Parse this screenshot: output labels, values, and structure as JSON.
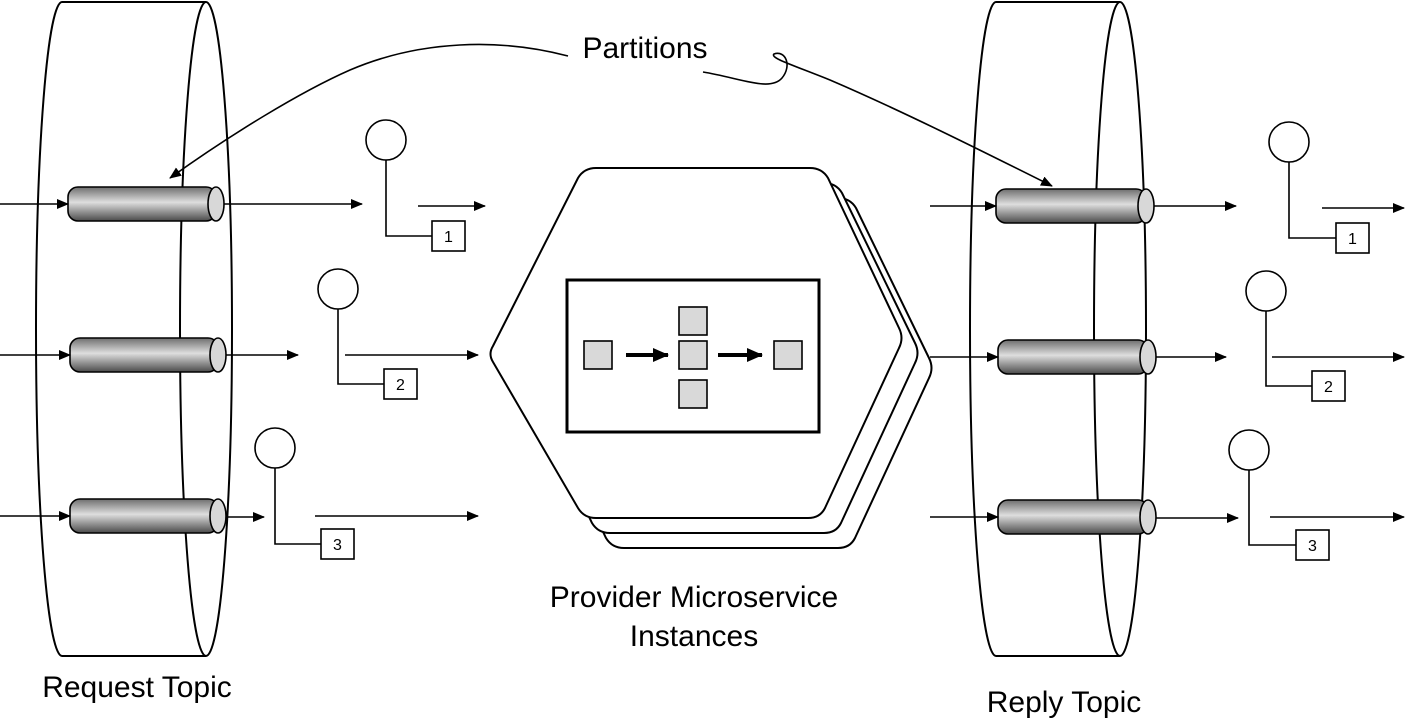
{
  "labels": {
    "partitions": "Partitions",
    "request_topic": "Request Topic",
    "reply_topic": "Reply Topic",
    "provider_line1": "Provider Microservice",
    "provider_line2": "Instances"
  },
  "request_partitions": [
    {
      "id": "1"
    },
    {
      "id": "2"
    },
    {
      "id": "3"
    }
  ],
  "reply_partitions": [
    {
      "id": "1"
    },
    {
      "id": "2"
    },
    {
      "id": "3"
    }
  ],
  "colors": {
    "stroke": "#000000",
    "box_fill": "#d9d9d9",
    "pipe_dark": "#555555",
    "pipe_light": "#dcdcdc",
    "background": "#ffffff"
  }
}
